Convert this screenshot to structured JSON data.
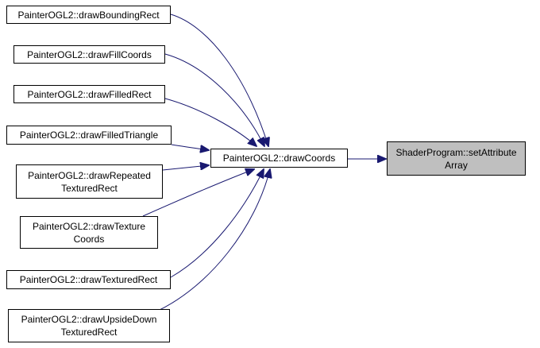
{
  "diagram": {
    "edge_color": "#191970",
    "focus_fill": "#bfbfbf",
    "nodes": {
      "caller_bounding": "PainterOGL2::drawBoundingRect",
      "caller_fillcoords": "PainterOGL2::drawFillCoords",
      "caller_filledrect": "PainterOGL2::drawFilledRect",
      "caller_filledtriangle": "PainterOGL2::drawFilledTriangle",
      "caller_repeated": "PainterOGL2::drawRepeated\nTexturedRect",
      "caller_texturecoords": "PainterOGL2::drawTexture\nCoords",
      "caller_texturedrect": "PainterOGL2::drawTexturedRect",
      "caller_upsidedown": "PainterOGL2::drawUpsideDown\nTexturedRect",
      "drawcoords": "PainterOGL2::drawCoords",
      "setattributearray": "ShaderProgram::setAttribute\nArray"
    }
  }
}
